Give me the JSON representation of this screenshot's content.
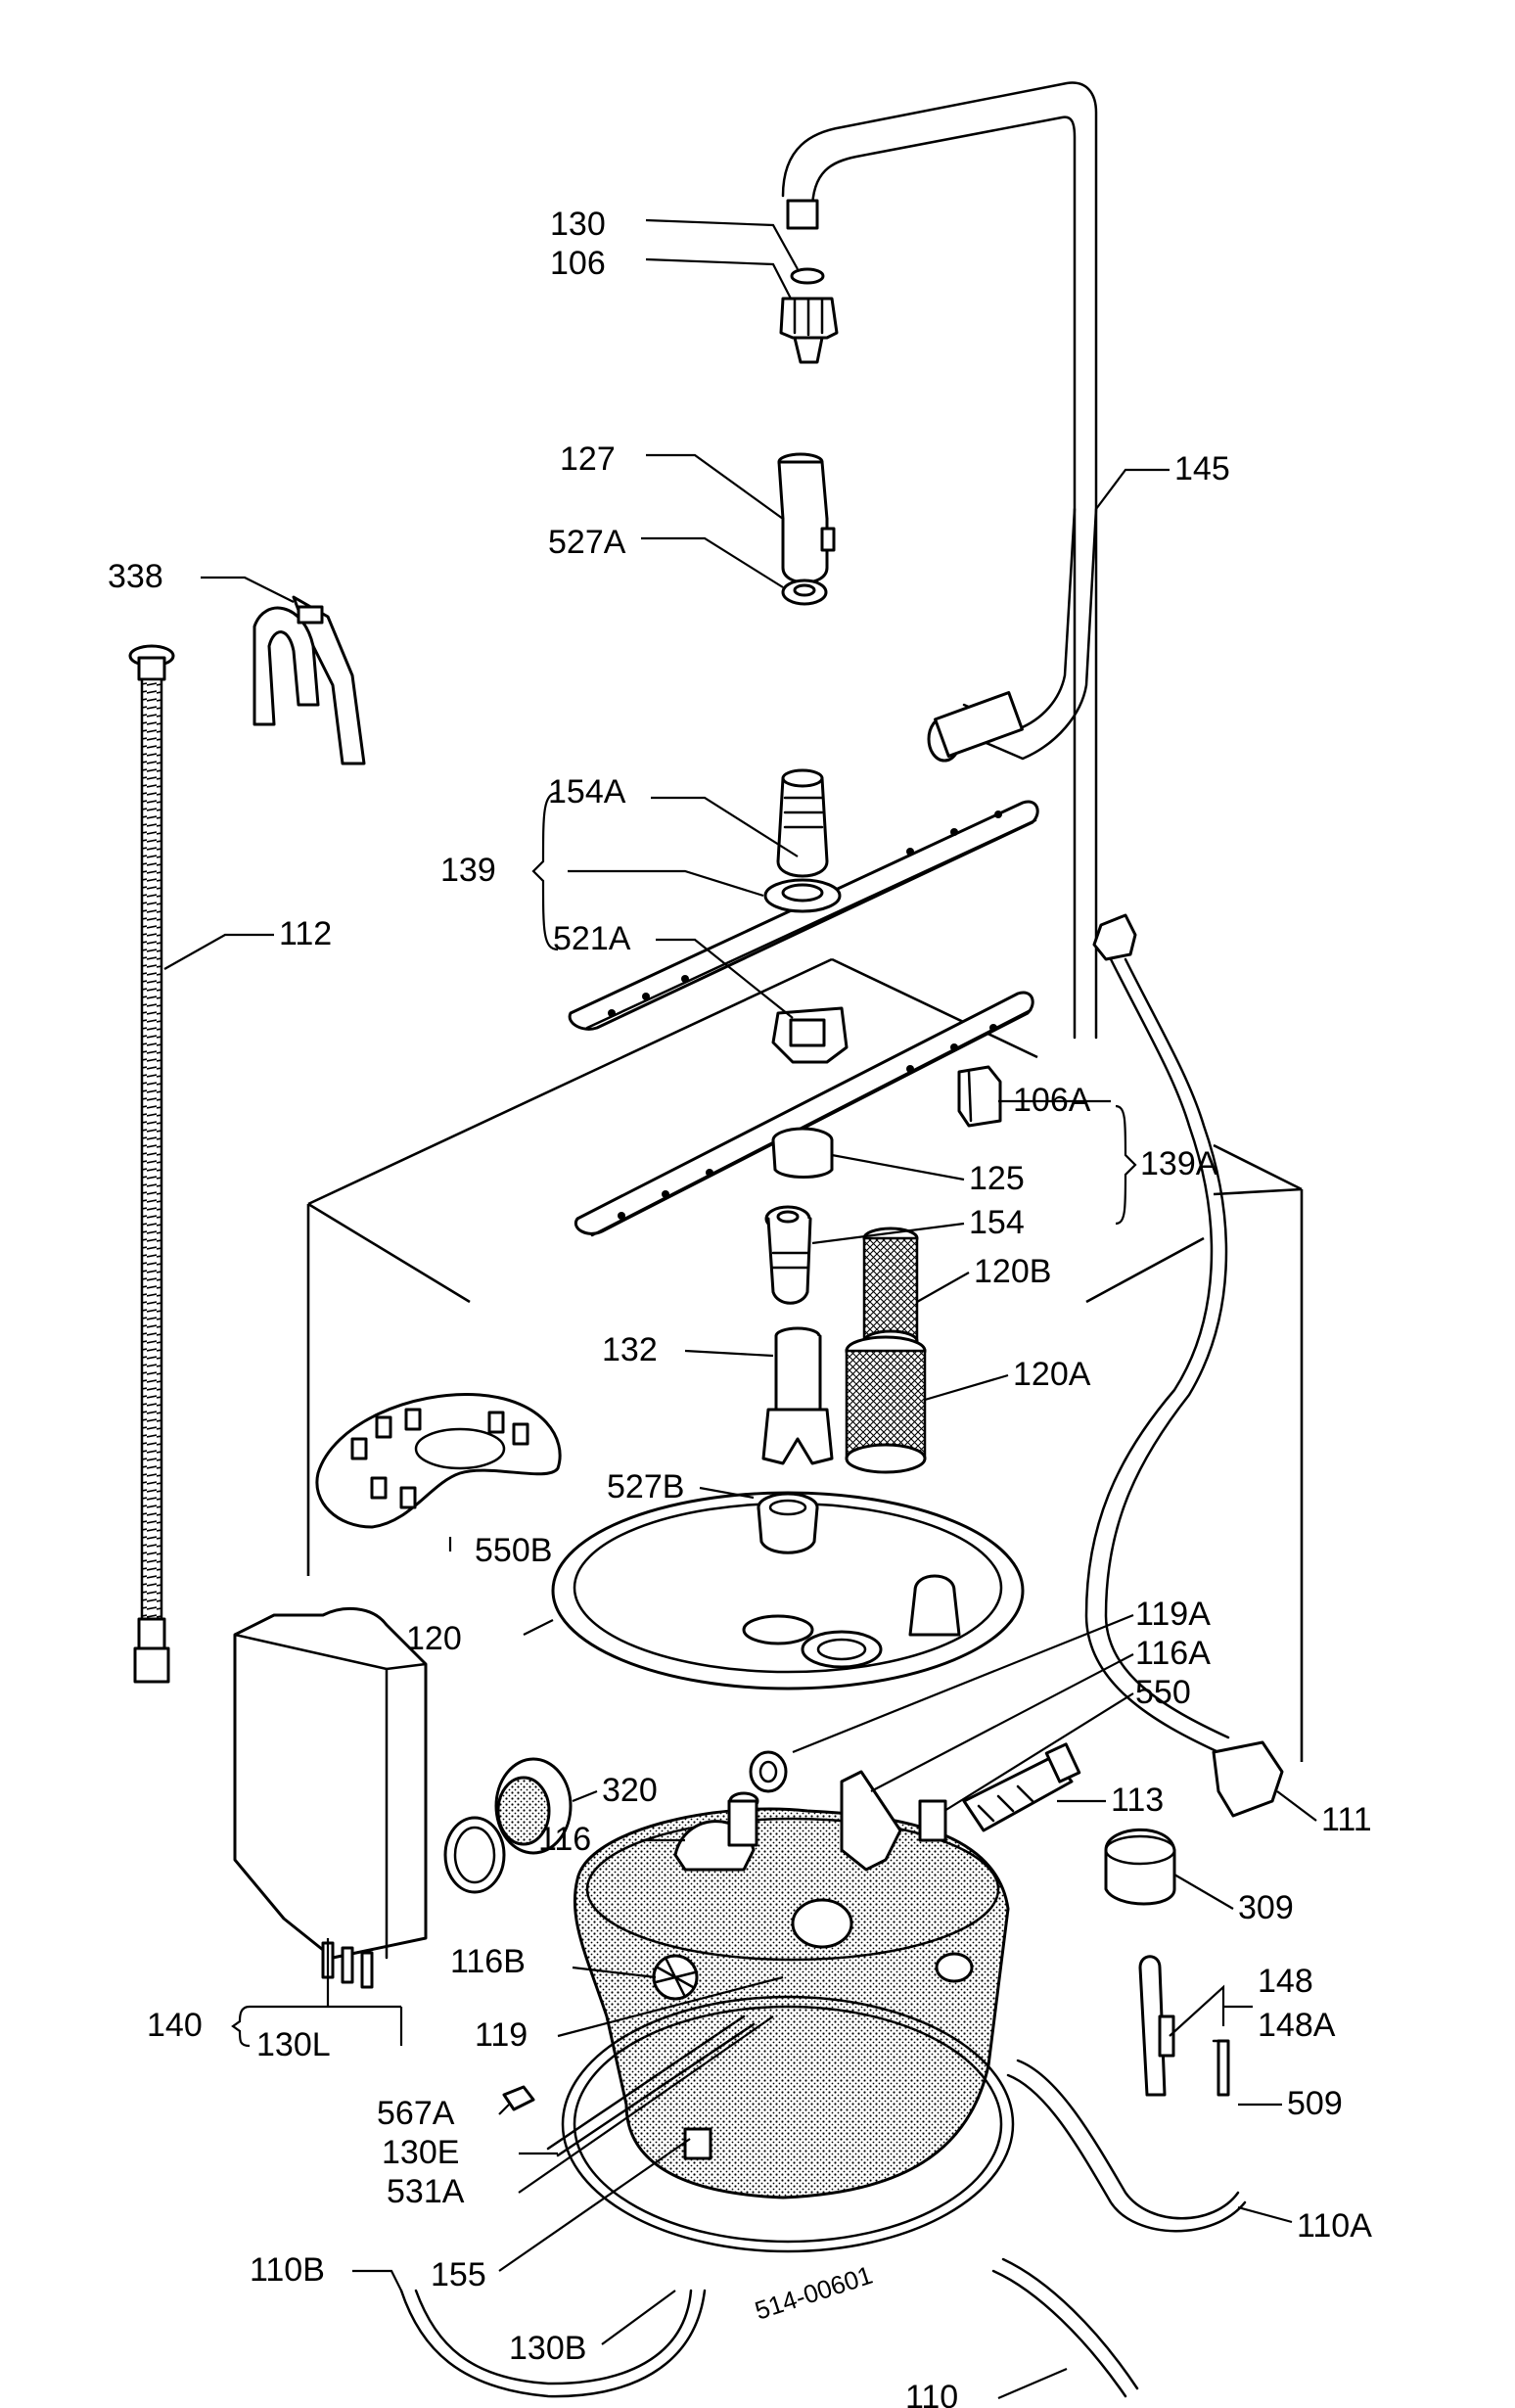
{
  "diagram": {
    "drawing_code": "514-00601",
    "labels": {
      "l130": "130",
      "l106": "106",
      "l127": "127",
      "l527A": "527A",
      "l145": "145",
      "l338": "338",
      "l112": "112",
      "l154A": "154A",
      "l139": "139",
      "l521A": "521A",
      "l106A": "106A",
      "l125": "125",
      "l139A": "139A",
      "l154": "154",
      "l120B": "120B",
      "l132": "132",
      "l120A": "120A",
      "l527B": "527B",
      "l550B": "550B",
      "l120": "120",
      "l119A": "119A",
      "l116A": "116A",
      "l550": "550",
      "l320": "320",
      "l116": "116",
      "l113": "113",
      "l111": "111",
      "l309": "309",
      "l116B": "116B",
      "l140": "140",
      "l130L": "130L",
      "l148": "148",
      "l148A": "148A",
      "l119": "119",
      "l509": "509",
      "l567A": "567A",
      "l130E": "130E",
      "l531A": "531A",
      "l110A": "110A",
      "l155": "155",
      "l110B": "110B",
      "l130B": "130B",
      "l110": "110"
    }
  }
}
